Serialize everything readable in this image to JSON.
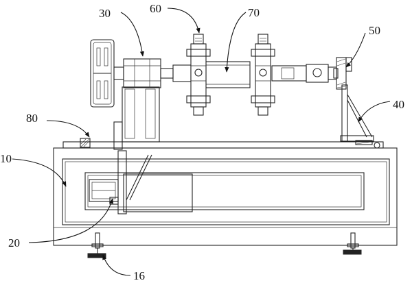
{
  "labels": {
    "l30": "30",
    "l60": "60",
    "l70": "70",
    "l50": "50",
    "l40": "40",
    "l80": "80",
    "l10": "10",
    "l20": "20",
    "l16": "16"
  },
  "colors": {
    "line": "#222222",
    "background": "#ffffff"
  }
}
